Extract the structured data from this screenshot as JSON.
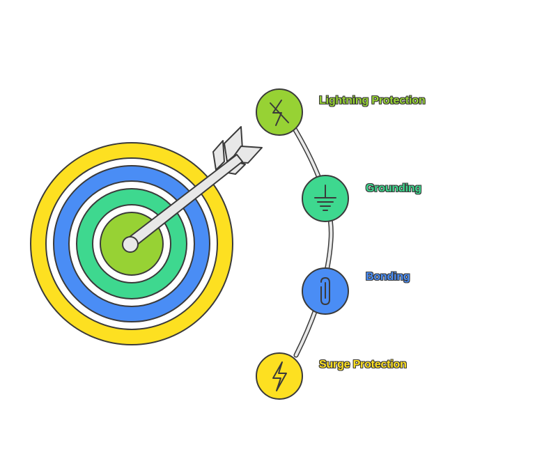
{
  "diagram": {
    "items": [
      {
        "label": "Lightning Protection",
        "color": "#97d234",
        "icon": "lightning-off-icon"
      },
      {
        "label": "Grounding",
        "color": "#3ed88f",
        "icon": "ground-icon"
      },
      {
        "label": "Bonding",
        "color": "#4a8df5",
        "icon": "paperclip-icon"
      },
      {
        "label": "Surge Protection",
        "color": "#fde021",
        "icon": "lightning-bolt-icon"
      }
    ],
    "target": {
      "ring_colors": [
        "#fde021",
        "#4a8df5",
        "#3ed88f",
        "#97d234"
      ],
      "icon": "target-with-arrow-icon"
    }
  }
}
